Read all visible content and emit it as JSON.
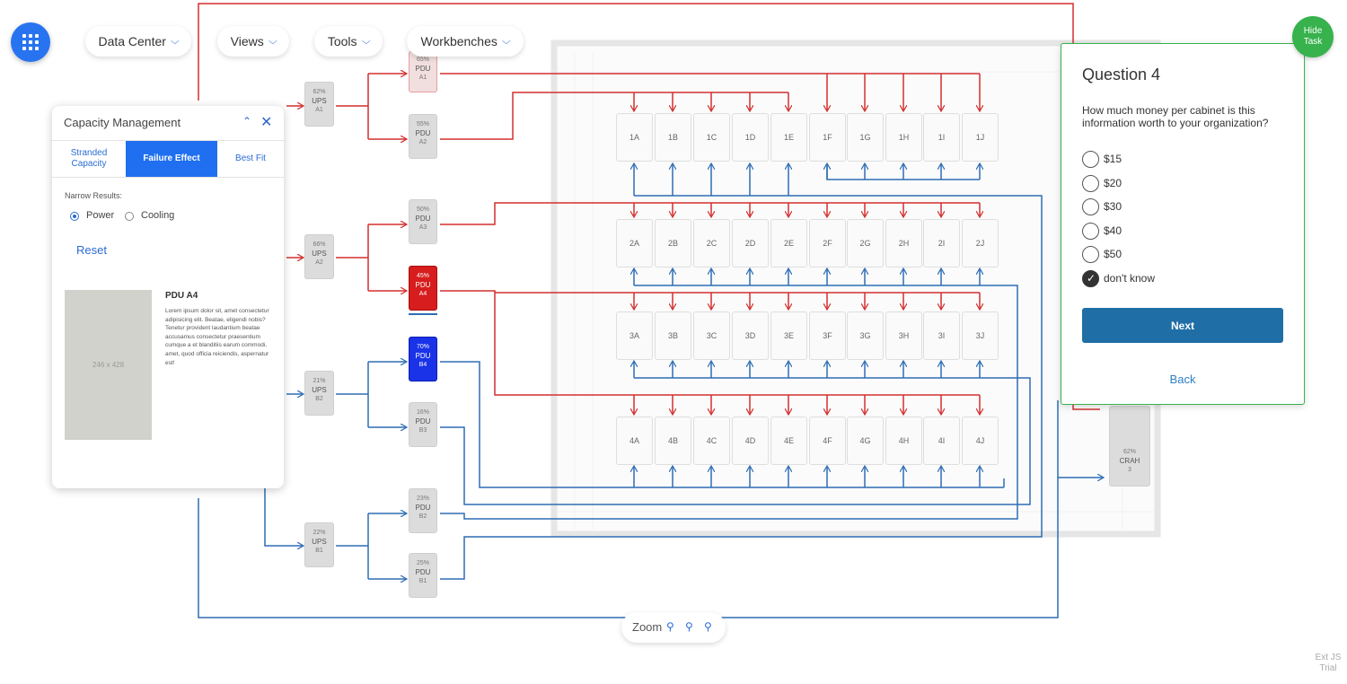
{
  "nav": {
    "apps_icon": "grid-icon",
    "items": [
      {
        "label": "Data Center"
      },
      {
        "label": "Views"
      },
      {
        "label": "Tools"
      },
      {
        "label": "Workbenches"
      }
    ]
  },
  "diagram": {
    "ups": [
      {
        "pct": "62%",
        "name": "UPS",
        "id": "A1"
      },
      {
        "pct": "66%",
        "name": "UPS",
        "id": "A2"
      },
      {
        "pct": "21%",
        "name": "UPS",
        "id": "B2"
      },
      {
        "pct": "22%",
        "name": "UPS",
        "id": "B1"
      }
    ],
    "pdus": [
      {
        "pct": "65%",
        "name": "PDU",
        "id": "A1",
        "state": "highlight"
      },
      {
        "pct": "55%",
        "name": "PDU",
        "id": "A2",
        "state": "normal"
      },
      {
        "pct": "50%",
        "name": "PDU",
        "id": "A3",
        "state": "normal"
      },
      {
        "pct": "45%",
        "name": "PDU",
        "id": "A4",
        "state": "red"
      },
      {
        "pct": "70%",
        "name": "PDU",
        "id": "B4",
        "state": "blue"
      },
      {
        "pct": "16%",
        "name": "PDU",
        "id": "B3",
        "state": "normal"
      },
      {
        "pct": "23%",
        "name": "PDU",
        "id": "B2",
        "state": "normal"
      },
      {
        "pct": "25%",
        "name": "PDU",
        "id": "B1",
        "state": "normal"
      }
    ],
    "rack_rows": [
      [
        "1A",
        "1B",
        "1C",
        "1D",
        "1E",
        "1F",
        "1G",
        "1H",
        "1I",
        "1J"
      ],
      [
        "2A",
        "2B",
        "2C",
        "2D",
        "2E",
        "2F",
        "2G",
        "2H",
        "2I",
        "2J"
      ],
      [
        "3A",
        "3B",
        "3C",
        "3D",
        "3E",
        "3F",
        "3G",
        "3H",
        "3I",
        "3J"
      ],
      [
        "4A",
        "4B",
        "4C",
        "4D",
        "4E",
        "4F",
        "4G",
        "4H",
        "4I",
        "4J"
      ]
    ],
    "crah": {
      "pct": "62%",
      "name": "CRAH",
      "id": "3"
    },
    "colors": {
      "primary_feed": "#d32f2f",
      "secondary_feed": "#2e6db4"
    }
  },
  "capacity_panel": {
    "title": "Capacity Management",
    "tabs": [
      {
        "label": "Stranded Capacity",
        "active": false
      },
      {
        "label": "Failure Effect",
        "active": true
      },
      {
        "label": "Best Fit",
        "active": false
      }
    ],
    "narrow_label": "Narrow Results:",
    "options": [
      {
        "label": "Power",
        "selected": true
      },
      {
        "label": "Cooling",
        "selected": false
      }
    ],
    "reset_label": "Reset",
    "image_placeholder": "246 x 428",
    "item_title": "PDU A4",
    "item_description": "Lorem ipsum dolor sit, amet consectetur adipisicing elit. Beatae, eligendi nobis? Tenetur provident laudantium beatae accusamus consectetur praesentium cumque a et blanditiis earum commodi, amet, quod officia reiciendis, aspernatur est!"
  },
  "question_panel": {
    "title": "Question 4",
    "text": "How much money per cabinet is this information worth to your organization?",
    "options": [
      {
        "label": "$15",
        "checked": false
      },
      {
        "label": "$20",
        "checked": false
      },
      {
        "label": "$30",
        "checked": false
      },
      {
        "label": "$40",
        "checked": false
      },
      {
        "label": "$50",
        "checked": false
      },
      {
        "label": "don't know",
        "checked": true
      }
    ],
    "next_label": "Next",
    "back_label": "Back"
  },
  "hide_task_label": "Hide Task",
  "zoom": {
    "label": "Zoom",
    "icons": [
      "zoom-in-icon",
      "zoom-out-icon",
      "zoom-reset-icon"
    ]
  },
  "trial_label": "Ext JS Trial",
  "accent_color": "#2874f0",
  "success_color": "#37b24d"
}
